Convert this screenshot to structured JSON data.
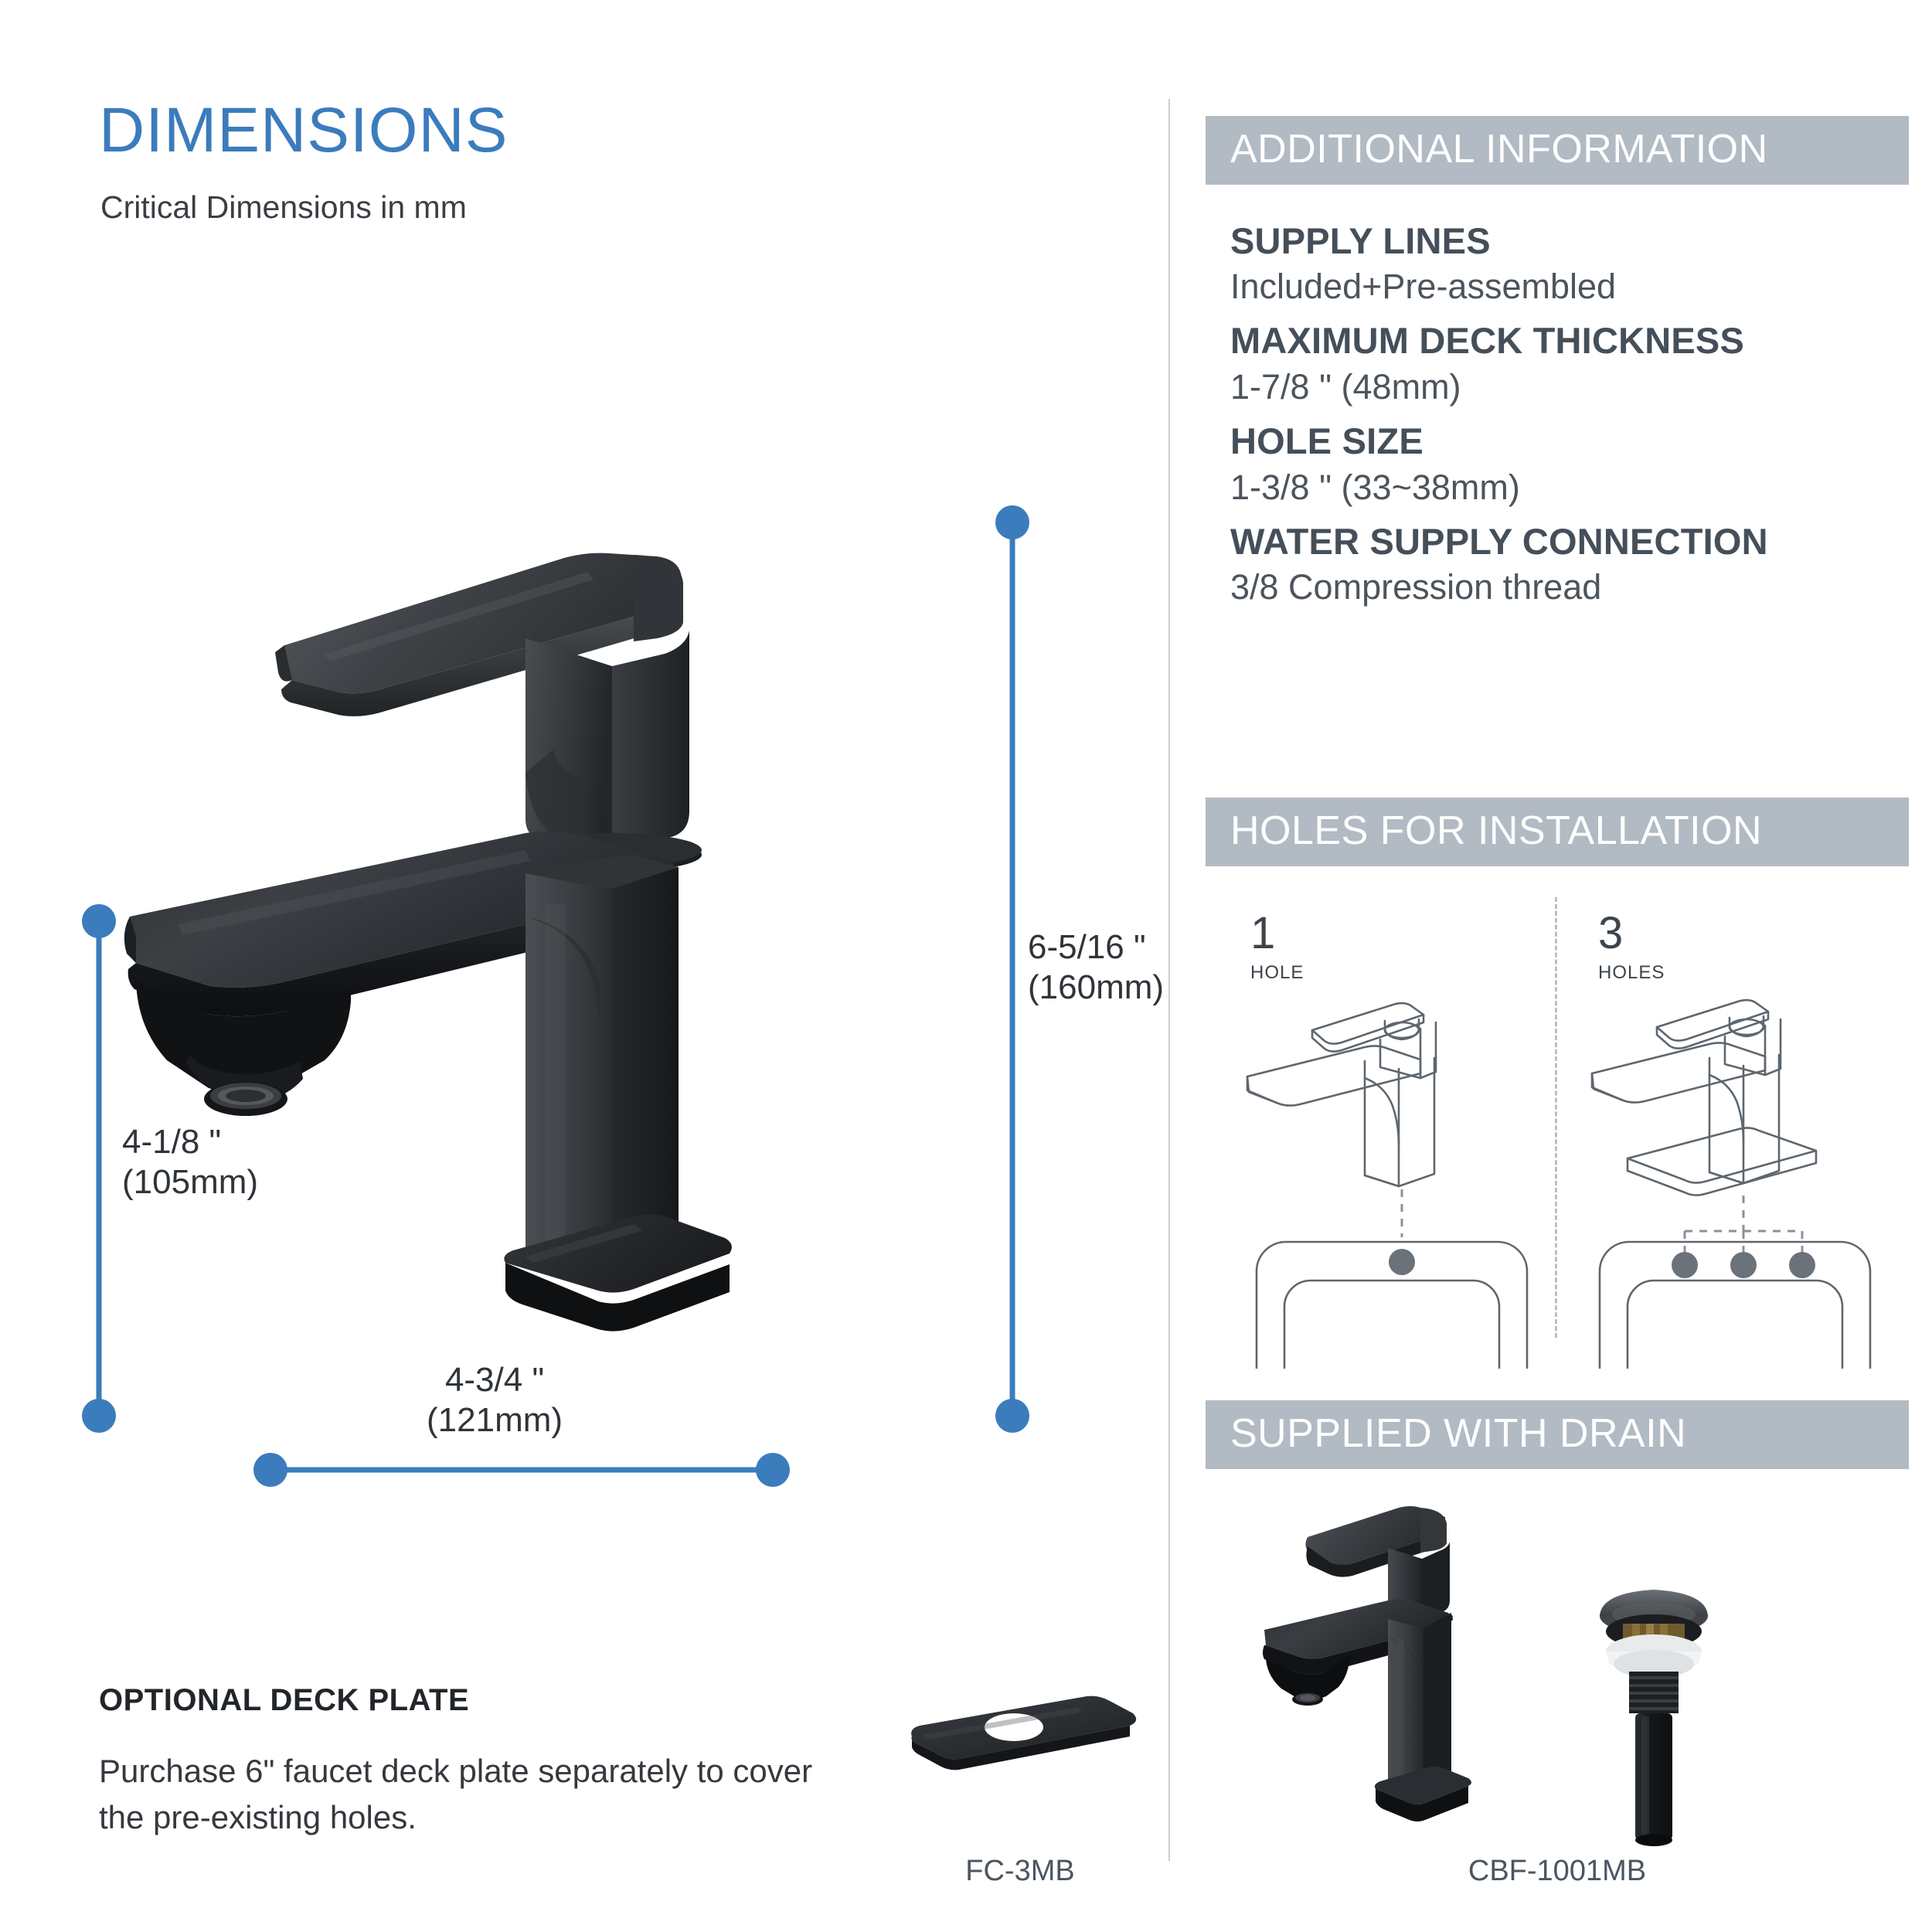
{
  "colors": {
    "accent_blue": "#3b7cbd",
    "banner_grey": "#b2bac3",
    "text_dark": "#2f3439",
    "spec_label": "#454f59",
    "model_label": "#4a5560",
    "faucet_black": "#232323"
  },
  "left": {
    "title": "DIMENSIONS",
    "subtitle": "Critical Dimensions in mm",
    "dimensions": {
      "height": {
        "imperial": "6-5/16 \"",
        "metric": "(160mm)"
      },
      "reach": {
        "imperial": "4-1/8 \"",
        "metric": "(105mm)"
      },
      "spread": {
        "imperial": "4-3/4 \"",
        "metric": "(121mm)"
      }
    },
    "deck_plate": {
      "heading": "OPTIONAL DECK PLATE",
      "body": "Purchase 6\" faucet deck plate separately to cover the pre-existing holes.",
      "model": "FC-3MB"
    }
  },
  "right": {
    "additional_information": {
      "banner": "ADDITIONAL INFORMATION",
      "specs": [
        {
          "label": "SUPPLY LINES",
          "value": "Included+Pre-assembled"
        },
        {
          "label": "MAXIMUM DECK THICKNESS",
          "value": "1-7/8 \" (48mm)"
        },
        {
          "label": "HOLE SIZE",
          "value": "1-3/8 \" (33~38mm)"
        },
        {
          "label": "WATER SUPPLY CONNECTION",
          "value": "3/8 Compression thread"
        }
      ]
    },
    "holes_for_installation": {
      "banner": "HOLES FOR INSTALLATION",
      "variants": [
        {
          "count": "1",
          "unit": "HOLE",
          "holes": 1
        },
        {
          "count": "3",
          "unit": "HOLES",
          "holes": 3
        }
      ]
    },
    "supplied_with_drain": {
      "banner": "SUPPLIED WITH DRAIN",
      "model": "CBF-1001MB"
    }
  }
}
